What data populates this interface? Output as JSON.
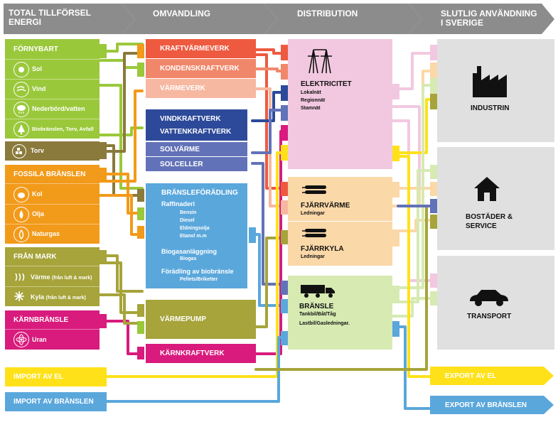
{
  "headers": [
    "TOTAL TILLFÖRSEL ENERGI",
    "OMVANDLING",
    "DISTRIBUTION",
    "SLUTLIG ANVÄNDNING I SVERIGE"
  ],
  "sources": {
    "fornybart": {
      "title": "FÖRNYBART",
      "items": [
        "Sol",
        "Vind",
        "Nederbörd/vatten",
        "Biobränslen, Torv, Avfall"
      ]
    },
    "torv": {
      "title": "Torv"
    },
    "fossila": {
      "title": "FOSSILA BRÄNSLEN",
      "items": [
        "Kol",
        "Olja",
        "Naturgas"
      ]
    },
    "fran_mark": {
      "title": "FRÅN MARK",
      "items": [
        "Värme",
        "Kyla"
      ],
      "notes": [
        "(från luft & mark)",
        "(från luft & mark)"
      ]
    },
    "karnbransle": {
      "title": "KÄRNBRÄNSLE",
      "items": [
        "Uran"
      ]
    },
    "import_el": "IMPORT AV EL",
    "import_bransle": "IMPORT AV BRÄNSLEN"
  },
  "conversion": {
    "kraftvarmeverk": "KRAFTVÄRMEVERK",
    "kondenskraftverk": "KONDENSKRAFTVERK",
    "varmeverk": "VÄRMEVERK",
    "vindkraftverk": "VINDKRAFTVERK",
    "vattenkraftverk": "VATTENKRAFTVERK",
    "solvarme": "SOLVÄRME",
    "solceller": "SOLCELLER",
    "bransleforadling": {
      "title": "BRÄNSLEFÖRÄDLING",
      "raffinaderi": "Raffinaderi",
      "raff_items": [
        "Bensin",
        "Diesel",
        "Eldningsolja",
        "Etanol m.m"
      ],
      "biogas": "Biogasanläggning",
      "biogas_items": [
        "Biogas"
      ],
      "forädling": "Förädling av biobränsle",
      "forädling_items": [
        "Pellets/Briketter"
      ]
    },
    "varmepump": "VÄRMEPUMP",
    "karnkraftverk": "KÄRNKRAFTVERK"
  },
  "distribution": {
    "elektricitet": {
      "title": "ELEKTRICITET",
      "items": [
        "Lokalnät",
        "Regionnät",
        "Stamnät"
      ]
    },
    "fjarrvarme": {
      "title": "FJÄRRVÄRME",
      "items": [
        "Ledningar"
      ]
    },
    "fjarrkyla": {
      "title": "FJÄRRKYLA",
      "items": [
        "Ledningar"
      ]
    },
    "bransle": {
      "title": "BRÄNSLE",
      "items": [
        "Tankbil/Båt/Tåg",
        "Lastbil/Gasledningar."
      ]
    }
  },
  "use": {
    "industrin": "INDUSTRIN",
    "bostader": "BOSTÄDER & SERVICE",
    "transport": "TRANSPORT"
  },
  "export_el": "EXPORT AV EL",
  "export_bransle": "EXPORT AV BRÄNSLEN",
  "colors": {
    "header": "#8c8c8c",
    "green": "#9ac83b",
    "brown": "#8a7a3c",
    "orange": "#f29a1a",
    "olive": "#a6a43a",
    "magenta": "#d81b7d",
    "yellow": "#ffe11a",
    "blue": "#5aa7dc",
    "red": "#ee5a40",
    "salmon": "#f1876a",
    "peach": "#f6b8a0",
    "navy": "#2d4a9a",
    "indigo": "#6272b8",
    "pink": "#f2c8e0",
    "lightorange": "#fbd8a8",
    "lightgreen": "#d6eab2",
    "grey": "#e0e0e0"
  }
}
